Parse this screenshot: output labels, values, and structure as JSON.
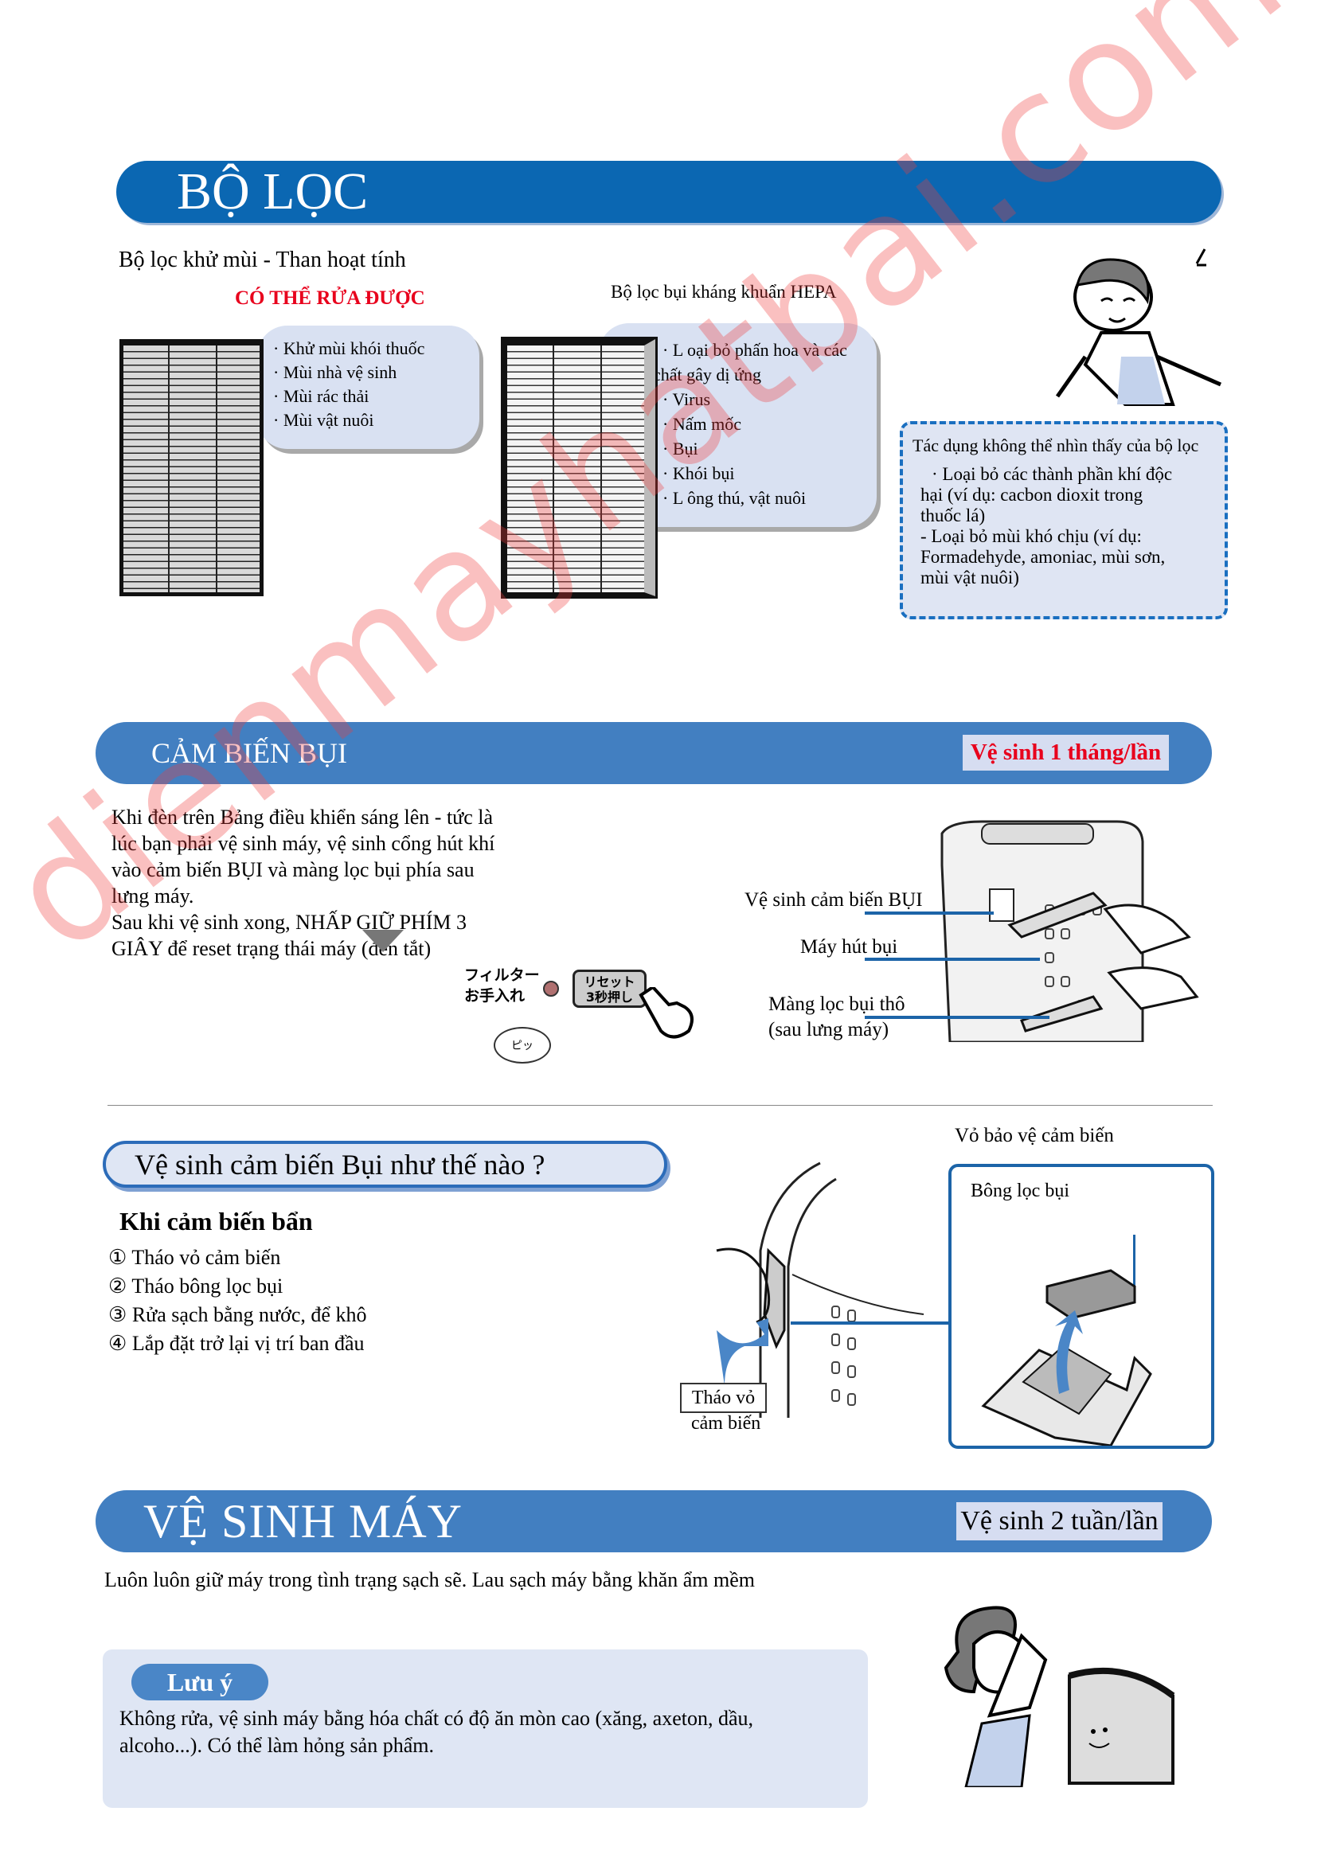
{
  "section_filter": {
    "title": "BỘ LỌC",
    "carbon_filter_label": "Bộ lọc khử mùi - Than hoạt tính",
    "washable_label": "CÓ THỂ RỬA ĐƯỢC",
    "carbon_items": [
      "Khử mùi khói thuốc",
      "Mùi  nhà  vệ  sinh",
      "Mùi rác thải",
      "Mùi vật nuôi"
    ],
    "hepa_filter_label": "Bộ lọc bụi kháng khuẩn HEPA",
    "hepa_items": [
      "L oại bỏ phấn hoa và các",
      "chất gây dị ứng",
      "Virus",
      "Nấm mốc",
      "Bụi",
      "Khói bụi",
      "L ông thú, vật nuôi"
    ],
    "invisible_effects": {
      "title": "Tác dụng không thể nhìn thấy của bộ lọc",
      "lines": [
        "· Loại bỏ các thành phần khí độc",
        "hại (ví dụ: cacbon dioxit trong",
        "thuốc lá)",
        "- Loại bỏ mùi khó chịu (ví dụ:",
        "Formadehyde, amoniac, mùi sơn,",
        "mùi vật nuôi)"
      ]
    }
  },
  "section_sensor": {
    "title": "CẢM BIẾN BỤI",
    "frequency": "Vệ sinh 1 tháng/lần",
    "paragraph": [
      "Khi đèn trên Bảng điều khiển sáng lên - tức là",
      "lúc bạn phải vệ sinh máy, vệ sinh cổng hút khí",
      "vào cảm biến BỤI và màng lọc bụi phía sau",
      "lưng máy.",
      "Sau khi vệ sinh xong, NHẤP GIỮ PHÍM 3",
      "GIÂY để reset trạng thái máy (đèn tắt)"
    ],
    "panel": {
      "filter_label_1": "フィルター",
      "filter_label_2": "お手入れ",
      "reset_1": "リセット",
      "reset_2": "3秒押し",
      "beep": "ピッ"
    },
    "callouts": [
      "Vệ sinh cảm biến BỤI",
      "Máy hút bụi",
      "Màng lọc bụi thô",
      "(sau lưng máy)"
    ]
  },
  "section_howto": {
    "title": "Vệ sinh cảm biến Bụi như thế nào ?",
    "subtitle": "Khi cảm biến bẩn",
    "steps": [
      {
        "num": "①",
        "text": "Tháo vỏ cảm biến"
      },
      {
        "num": "②",
        "text": "Tháo bông lọc bụi"
      },
      {
        "num": "③",
        "text": "Rửa sạch bằng nước, để khô"
      },
      {
        "num": "④",
        "text": "Lắp đặt trở lại vị trí ban đầu"
      }
    ],
    "remove_cover_1": "Tháo vỏ",
    "remove_cover_2": "cảm biến",
    "cover_label": "Vỏ bảo vệ cảm biến",
    "cotton_label": "Bông lọc bụi"
  },
  "section_machine": {
    "title": "VỆ SINH MÁY",
    "frequency": "Vệ sinh 2 tuần/lần",
    "intro": "Luôn luôn giữ máy trong tình trạng sạch sẽ. Lau sạch máy bằng khăn ẩm mềm",
    "note_label": "Lưu ý",
    "note_lines": [
      "Không rửa, vệ sinh máy bằng hóa chất có độ ăn mòn cao (xăng, axeton, dầu,",
      "alcoho...). Có thể làm hỏng sản phẩm."
    ]
  },
  "watermark": "dienmayhatbai.com",
  "colors": {
    "banner_dark": "#0b67b2",
    "banner": "#427fc1",
    "red": "#e8001c",
    "light": "#dfe6f4"
  }
}
